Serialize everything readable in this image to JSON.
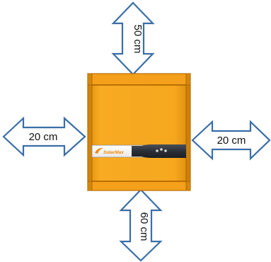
{
  "dimensions": {
    "top": {
      "label": "50 cm",
      "direction": "up"
    },
    "bottom": {
      "label": "60 cm",
      "direction": "down"
    },
    "left": {
      "label": "20 cm",
      "direction": "left"
    },
    "right": {
      "label": "20 cm",
      "direction": "right"
    }
  },
  "device": {
    "brand_logo_text": "SolarMax",
    "body_color": "#f5a41c",
    "edge_color": "#b56a00",
    "panel_color": "#2b2f36",
    "indicator_lights": 3
  },
  "colors": {
    "arrow_outline": "#3a6ea8",
    "background": "#ffffff"
  }
}
